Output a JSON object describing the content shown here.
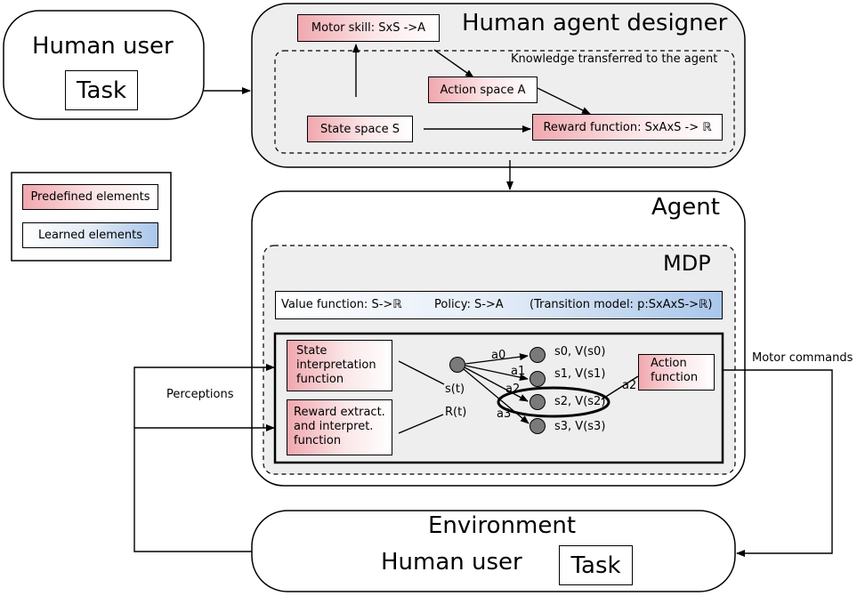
{
  "human_user": {
    "title": "Human user",
    "task": "Task"
  },
  "designer": {
    "title": "Human agent designer",
    "knowledge_label": "Knowledge transferred to the agent",
    "motor_skill": "Motor skill: SxS ->A",
    "action_space": "Action space A",
    "state_space": "State space S",
    "reward_function": "Reward function: SxAxS -> ℝ"
  },
  "legend": {
    "predefined": "Predefined elements",
    "learned": "Learned elements"
  },
  "agent": {
    "title": "Agent",
    "mdp_title": "MDP",
    "value_function": "Value function: S->ℝ",
    "policy": "Policy: S->A",
    "transition_model": "(Transition model: p:SxAxS->ℝ)",
    "state_interp_l1": "State",
    "state_interp_l2": "interpretation",
    "state_interp_l3": "function",
    "reward_extract_l1": "Reward extract.",
    "reward_extract_l2": "and interpret.",
    "reward_extract_l3": "function",
    "action_function_l1": "Action",
    "action_function_l2": "function",
    "s_t": "s(t)",
    "r_t": "R(t)",
    "actions": [
      "a0",
      "a1",
      "a2",
      "a3"
    ],
    "a2_out": "a2",
    "states": [
      "s0, V(s0)",
      "s1, V(s1)",
      "s2, V(s2)",
      "s3, V(s3)"
    ]
  },
  "flows": {
    "perceptions": "Perceptions",
    "motor_commands": "Motor commands"
  },
  "environment": {
    "title": "Environment",
    "human_user": "Human user",
    "task": "Task"
  },
  "colors": {
    "predefined": "#f0a8ae",
    "learned": "#a9c6ea",
    "panel": "#eeeeee"
  }
}
